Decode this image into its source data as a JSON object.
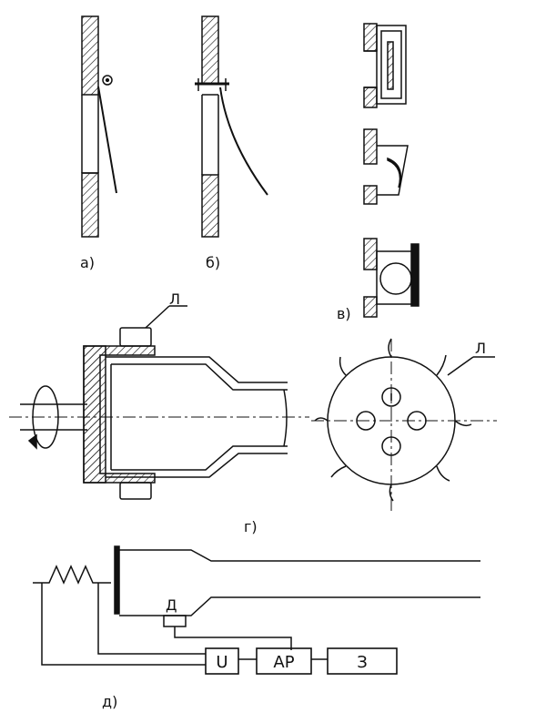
{
  "labels": {
    "a": "а)",
    "b": "б)",
    "v": "в)",
    "g": "г)",
    "d": "д)",
    "L_top": "Л",
    "L_right": "Л",
    "D_sensor": "Д"
  },
  "blocks": {
    "u": "U",
    "ar": "АР",
    "z": "З"
  },
  "colors": {
    "ink": "#111111",
    "paper": "#ffffff"
  }
}
